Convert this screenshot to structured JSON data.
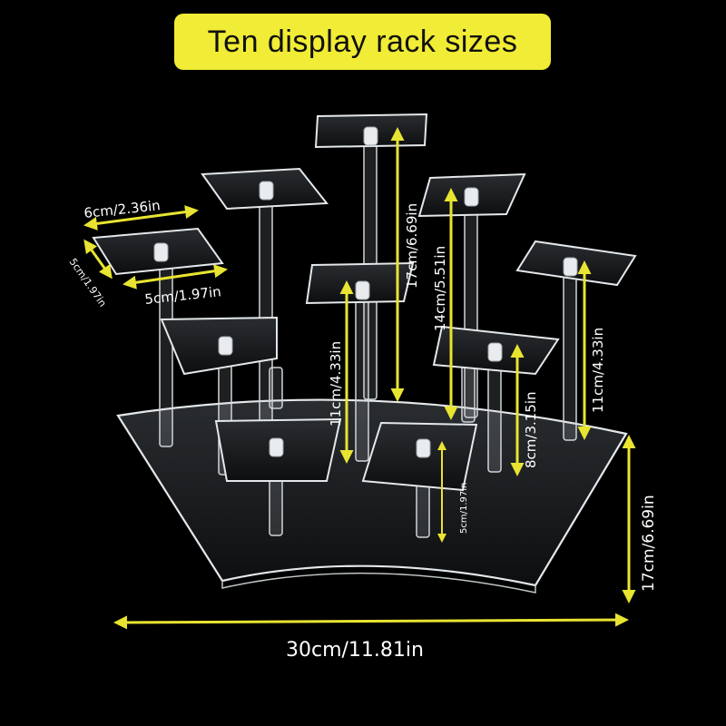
{
  "title": "Ten display rack sizes",
  "colors": {
    "background": "#000000",
    "banner": "#f1ec35",
    "banner_text": "#111111",
    "dimension_arrow": "#e8e431",
    "label_text": "#ffffff",
    "acrylic_edge": "#d8dde0"
  },
  "dimensions": {
    "platform_width": "6cm/2.36in",
    "platform_depth": "5cm/1.97in",
    "platform_depth_small": "5cm/1.97in",
    "pillar_17": "17cm/6.69in",
    "pillar_14": "14cm/5.51in",
    "pillar_11_center": "11cm/4.33in",
    "pillar_11_right": "11cm/4.33in",
    "pillar_8": "8cm/3.15in",
    "pillar_5": "5cm/1.97in",
    "base_depth": "17cm/6.69in",
    "base_width": "30cm/11.81in"
  }
}
